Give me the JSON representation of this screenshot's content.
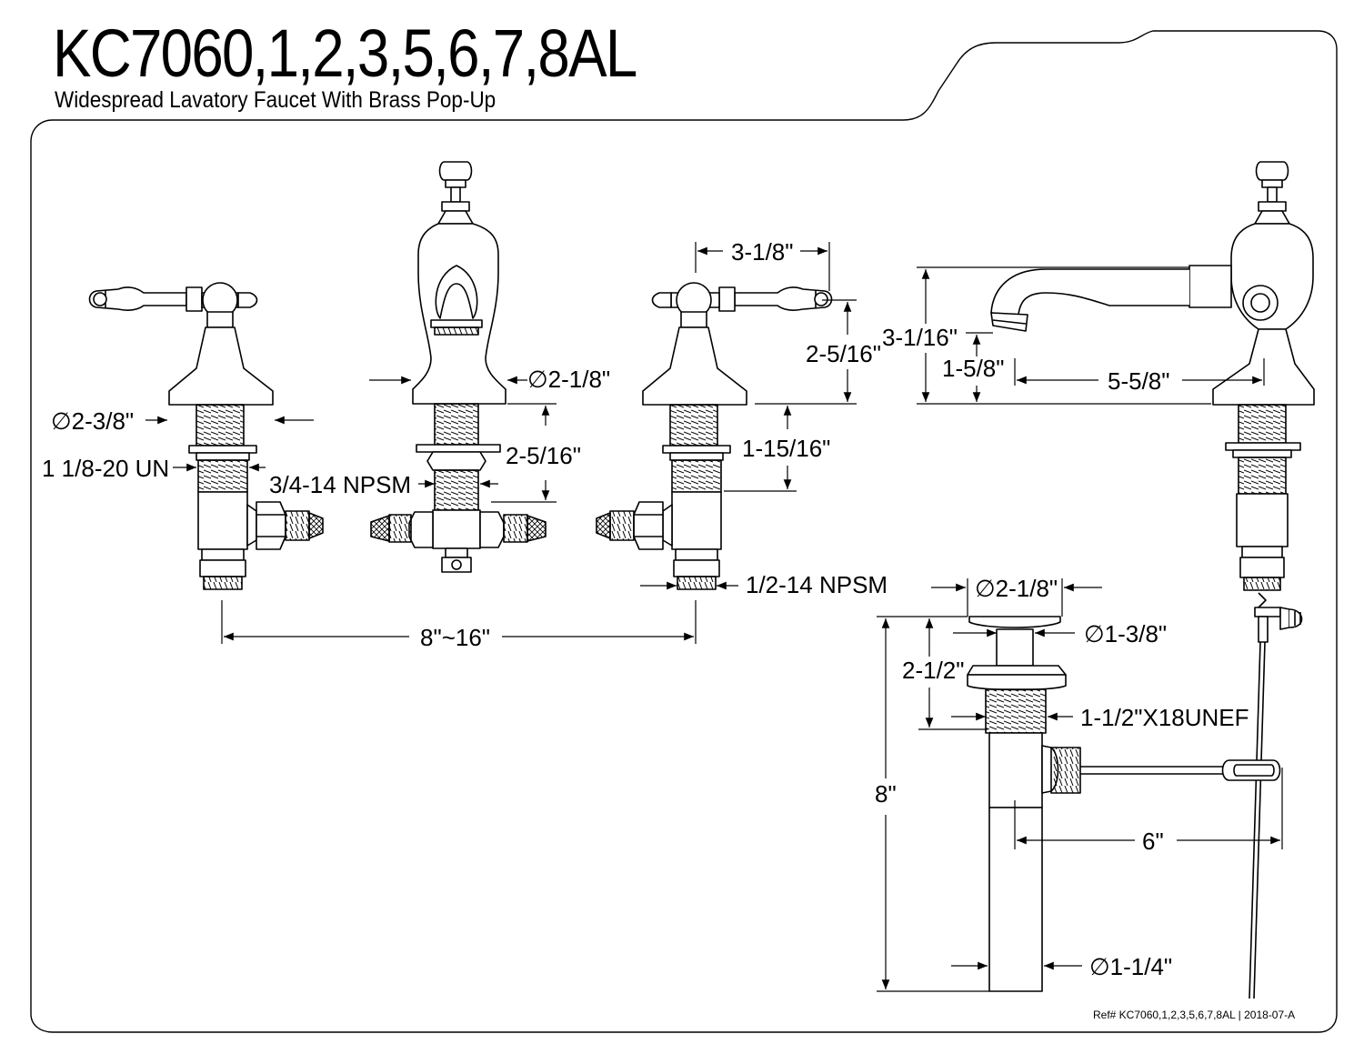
{
  "header": {
    "model": "KC7060,1,2,3,5,6,7,8AL",
    "description": "Widespread Lavatory Faucet With Brass Pop-Up"
  },
  "dimensions": {
    "handle_flange_dia": "∅2-3/8\"",
    "handle_thread": "1 1/8-20 UN",
    "spout_flange_dia": "∅2-1/8\"",
    "spout_thread": "3/4-14 NPSM",
    "spout_shank_length": "2-5/16\"",
    "handle_spacing_top": "3-1/8\"",
    "handle_height": "2-5/16\"",
    "handle_shank_length": "1-15/16\"",
    "inlet_thread": "1/2-14 NPSM",
    "center_spread": "8\"~16\"",
    "spout_height": "3-1/16\"",
    "aerator_height": "1-5/8\"",
    "spout_reach": "5-5/8\"",
    "drain_flange_dia": "∅2-1/8\"",
    "drain_cap_dia": "∅1-3/8\"",
    "drain_body_height": "2-1/2\"",
    "drain_thread": "1-1/2\"X18UNEF",
    "drain_total_length": "8\"",
    "pivot_rod_length": "6\"",
    "tailpiece_dia": "∅1-1/4\""
  },
  "footer": {
    "ref": "Ref# KC7060,1,2,3,5,6,7,8AL | 2018-07-A"
  }
}
